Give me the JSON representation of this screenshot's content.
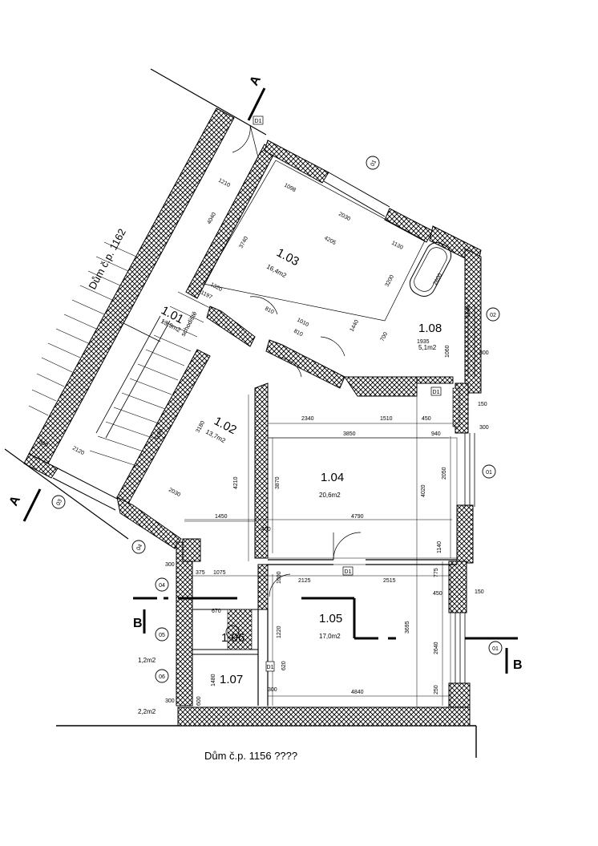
{
  "labels": {
    "neighbor_top": "Dům č.p. 1162",
    "neighbor_bottom": "Dům č.p. 1156 ????",
    "section_a": "A",
    "section_b": "B"
  },
  "rooms": [
    {
      "id": "r101",
      "number": "1.01",
      "area": "13,9m2"
    },
    {
      "id": "r102",
      "number": "1.02",
      "area": "13,7m2"
    },
    {
      "id": "r103",
      "number": "1.03",
      "area": "16,4m2"
    },
    {
      "id": "r104",
      "number": "1.04",
      "area": "20,6m2"
    },
    {
      "id": "r105",
      "number": "1.05",
      "area": "17,0m2"
    },
    {
      "id": "r106",
      "number": "1.06",
      "area": ""
    },
    {
      "id": "r107",
      "number": "1.07",
      "area": ""
    },
    {
      "id": "r108",
      "number": "1.08",
      "area": "5,1m2"
    }
  ],
  "axes": [
    "01",
    "02",
    "03",
    "04",
    "05",
    "06"
  ],
  "small_areas": [
    "1,2m2",
    "2,2m2"
  ],
  "door_tag": "D1",
  "stairs_label": "schodiště",
  "dimensions": [
    "1210",
    "1098",
    "2030",
    "4205",
    "1130",
    "3740",
    "1320",
    "1197",
    "810",
    "1010",
    "810",
    "1440",
    "3200",
    "2600",
    "1140",
    "1935",
    "1060",
    "700",
    "150",
    "300",
    "30",
    "4040",
    "2120",
    "4180",
    "3180",
    "2030",
    "1450",
    "1000",
    "4210",
    "3870",
    "2340",
    "1510",
    "450",
    "3850",
    "940",
    "4020",
    "2050",
    "4790",
    "400",
    "1075",
    "2125",
    "2515",
    "775",
    "1220",
    "3695",
    "2640",
    "4840",
    "1480",
    "600",
    "250",
    "500",
    "670",
    "620",
    "375"
  ]
}
